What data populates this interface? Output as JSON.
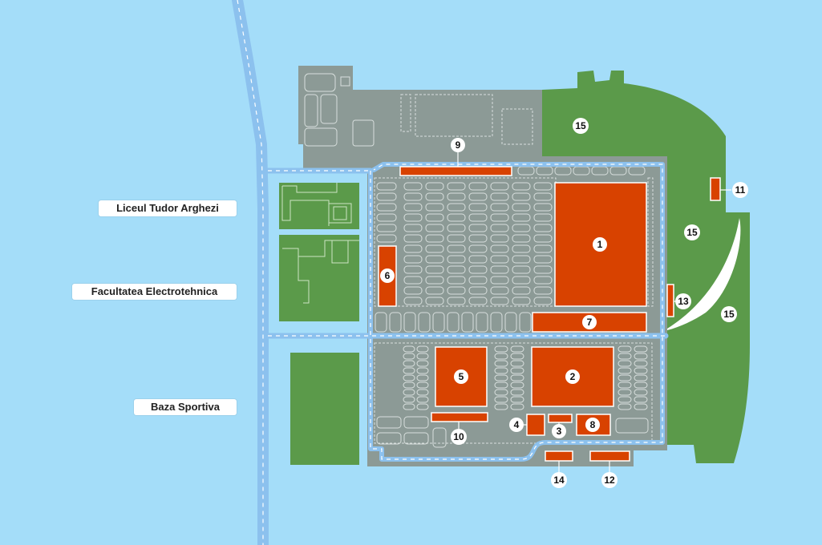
{
  "colors": {
    "water": "#a4ddf9",
    "road": "#8cc1ee",
    "lot": "#8c9a96",
    "green": "#5b9a4a",
    "building": "#d84200",
    "marker_fill": "#ffffff"
  },
  "labels": {
    "liceul": "Liceul Tudor Arghezi",
    "facultatea": "Facultatea Electrotehnica",
    "baza": "Baza Sportiva"
  },
  "markers": {
    "m1": "1",
    "m2": "2",
    "m3": "3",
    "m4": "4",
    "m5": "5",
    "m6": "6",
    "m7": "7",
    "m8": "8",
    "m9": "9",
    "m10": "10",
    "m11": "11",
    "m12": "12",
    "m13": "13",
    "m14": "14",
    "m15a": "15",
    "m15b": "15",
    "m15c": "15"
  }
}
